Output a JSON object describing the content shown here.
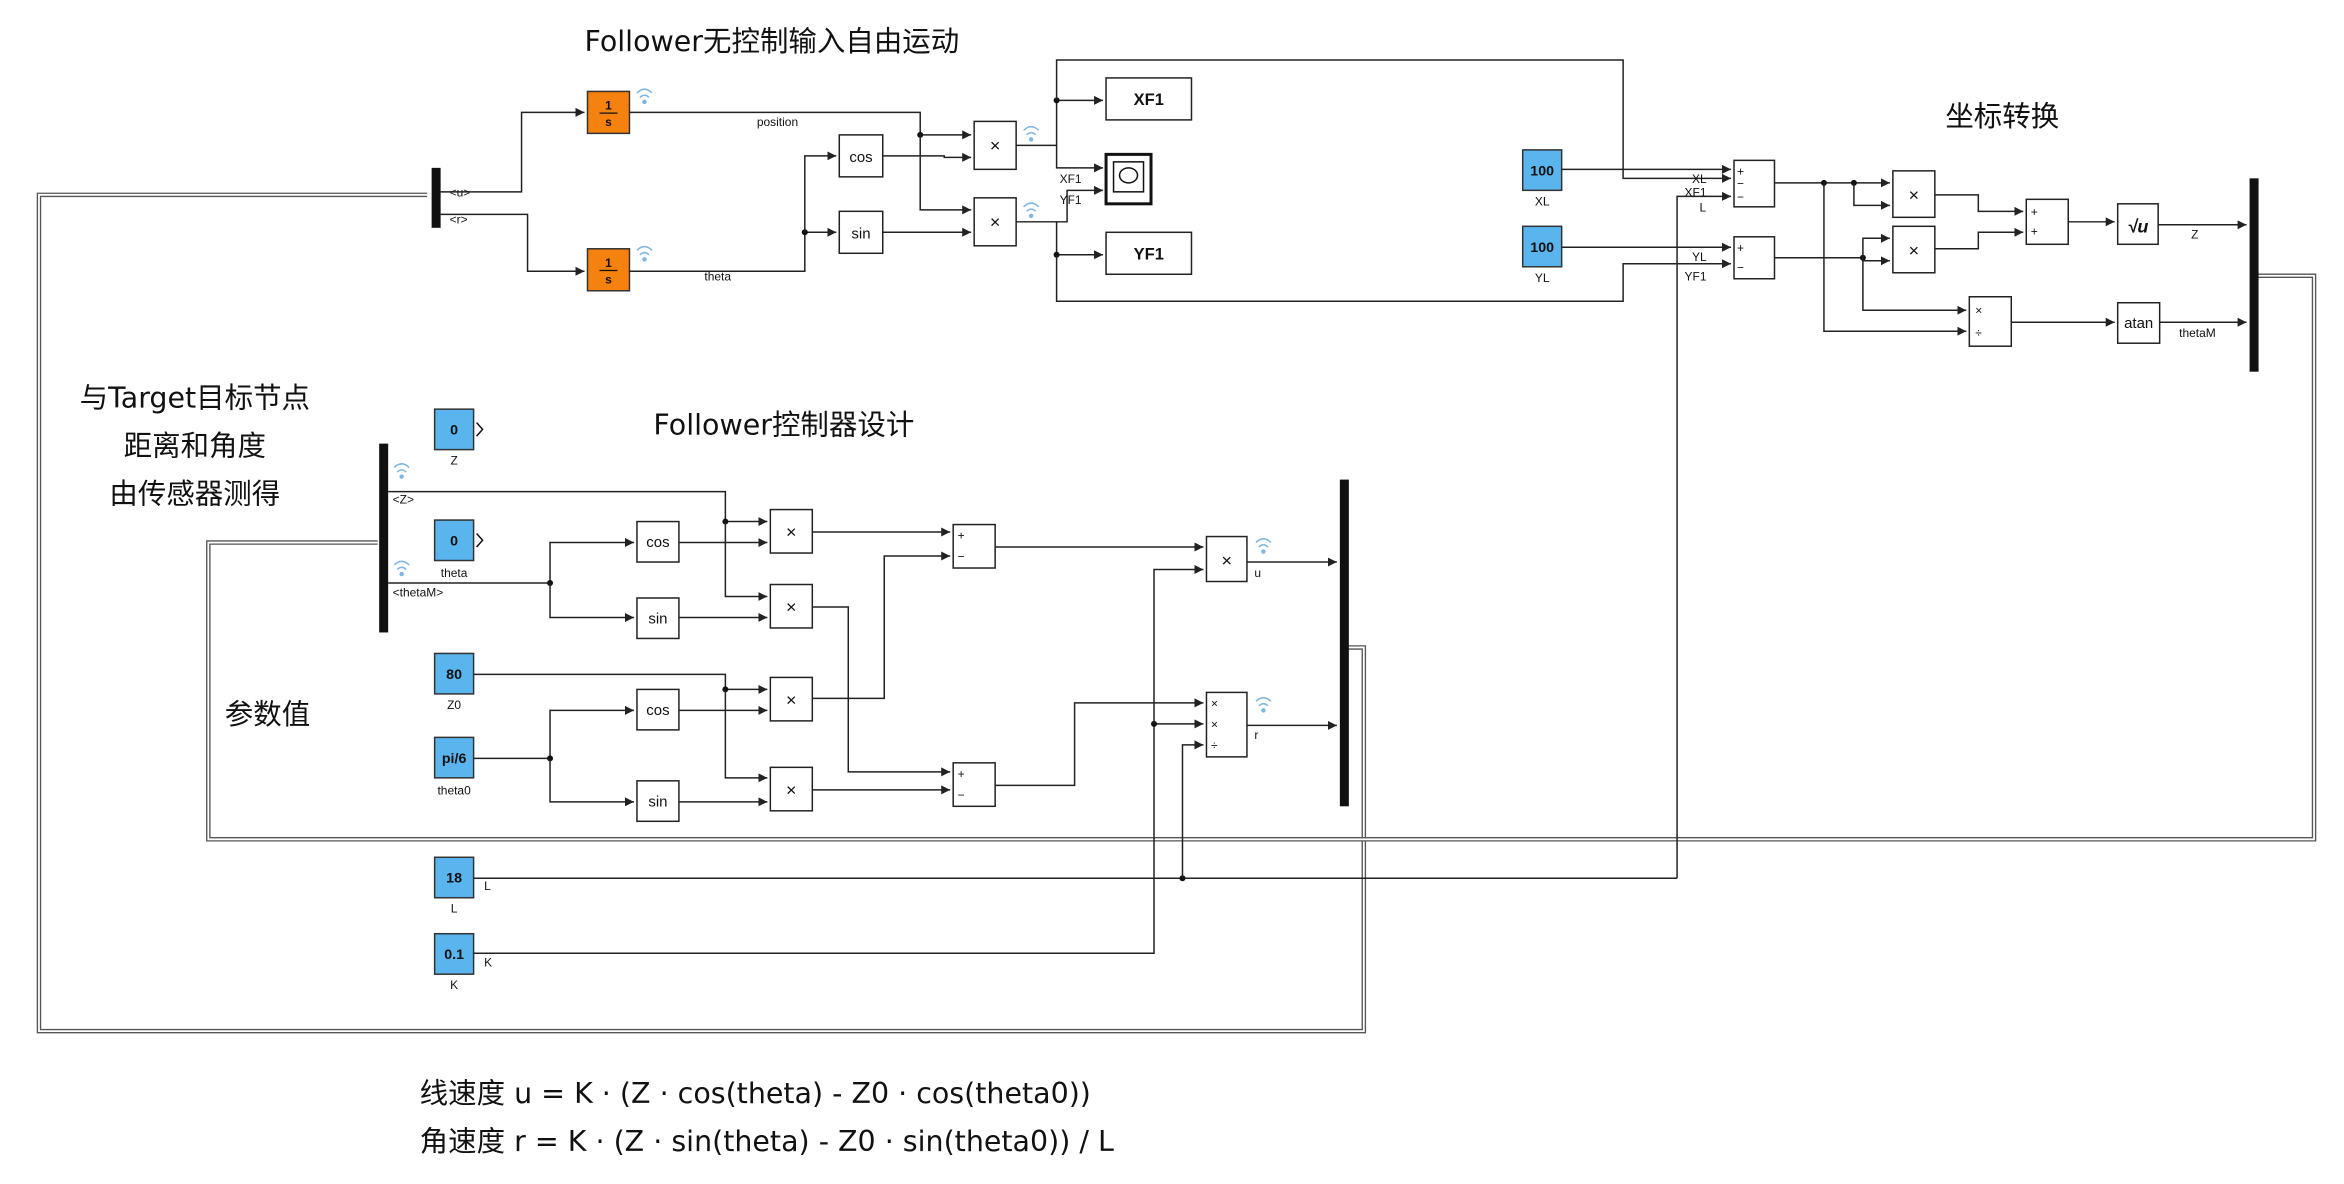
{
  "annotations": {
    "title_top": "Follower无控制输入自由运动",
    "title_transform": "坐标转换",
    "title_controller": "Follower控制器设计",
    "sensor_note": [
      "与Target目标节点",
      "距离和角度",
      "由传感器测得"
    ],
    "params_note": "参数值",
    "equation_u": "线速度 u = K · (Z · cos(theta) - Z0 · cos(theta0))",
    "equation_r": "角速度 r  = K · (Z · sin(theta)  - Z0 · sin(theta0)) / L"
  },
  "integrators": {
    "numerator": "1",
    "denominator": "s"
  },
  "signal_labels": {
    "position": "position",
    "theta": "theta",
    "u_sel": "<u>",
    "r_sel": "<r>",
    "xf1": "XF1",
    "yf1": "YF1",
    "xl": "XL",
    "yl": "YL",
    "l": "L",
    "z": "Z",
    "thetaM": "thetaM",
    "z_sel": "<Z>",
    "thetaM_sel": "<thetaM>",
    "u": "u",
    "r": "r",
    "k": "K"
  },
  "blocks": {
    "cos": "cos",
    "sin": "sin",
    "atan": "atan",
    "product": "×",
    "sqrt": "√u",
    "goto_xf1": "XF1",
    "goto_yf1": "YF1",
    "sum_plus": "+",
    "sum_minus": "−",
    "divide": "÷"
  },
  "constants": {
    "xl": {
      "value": "100",
      "name": "XL"
    },
    "yl": {
      "value": "100",
      "name": "YL"
    },
    "z": {
      "value": "0",
      "name": "Z"
    },
    "theta": {
      "value": "0",
      "name": "theta"
    },
    "z0": {
      "value": "80",
      "name": "Z0"
    },
    "theta0": {
      "value": "pi/6",
      "name": "theta0"
    },
    "l": {
      "value": "18",
      "name": "L"
    },
    "k": {
      "value": "0.1",
      "name": "K"
    }
  },
  "colors": {
    "integrator": "#f5820f",
    "constant": "#5ab4ee",
    "wire": "#222222",
    "signal_logging": "#7fb7e0"
  }
}
